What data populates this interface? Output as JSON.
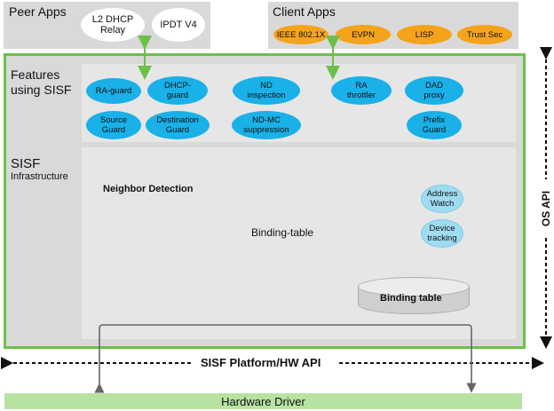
{
  "peer_apps": {
    "title": "Peer Apps",
    "items": [
      "L2 DHCP Relay",
      "IPDT V4"
    ]
  },
  "client_apps": {
    "title": "Client Apps",
    "items": [
      "IEEE 802.1X",
      "EVPN",
      "LISP",
      "Trust Sec"
    ]
  },
  "features": {
    "title_line1": "Features",
    "title_line2": "using SISF",
    "items": [
      {
        "line1": "RA-guard",
        "line2": ""
      },
      {
        "line1": "DHCP-",
        "line2": "guard"
      },
      {
        "line1": "ND",
        "line2": "inspection"
      },
      {
        "line1": "RA",
        "line2": "throttler"
      },
      {
        "line1": "DAD",
        "line2": "proxy"
      },
      {
        "line1": "Source",
        "line2": "Guard"
      },
      {
        "line1": "Destination",
        "line2": "Guard"
      },
      {
        "line1": "ND-MC",
        "line2": "suppression"
      },
      {
        "line1": "Prefix",
        "line2": "Guard"
      }
    ]
  },
  "infrastructure": {
    "title_line1": "SISF",
    "title_line2": "Infrastructure",
    "neighbor_detection": "Neighbor Detection",
    "binding_table_label": "Binding-table",
    "address_watch_line1": "Address",
    "address_watch_line2": "Watch",
    "device_tracking_line1": "Device",
    "device_tracking_line2": "tracking",
    "binding_table_db": "Binding table"
  },
  "os_api": "OS API",
  "platform_api": "SISF Platform/HW API",
  "hardware_driver": "Hardware Driver",
  "colors": {
    "green": "#6cc04a",
    "blue": "#1ab0e8",
    "orange": "#f5a31a",
    "light_blue": "#9fdcf2",
    "hw_green": "#b8e2a2"
  }
}
